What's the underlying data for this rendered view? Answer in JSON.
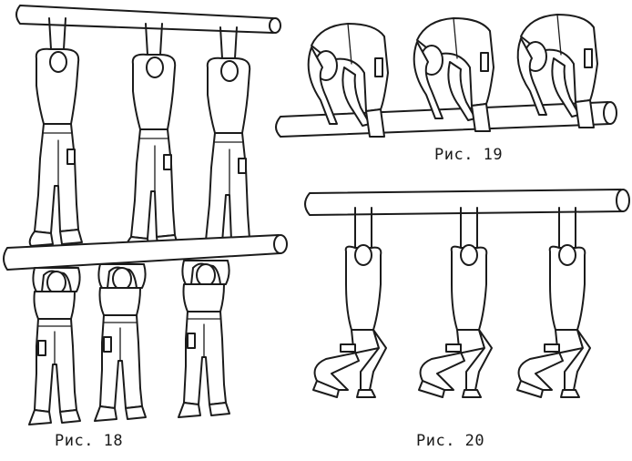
{
  "figures": [
    {
      "id": "fig18",
      "caption": "Рис. 18"
    },
    {
      "id": "fig19",
      "caption": "Рис. 19"
    },
    {
      "id": "fig20",
      "caption": "Рис. 20"
    }
  ],
  "colors": {
    "ink": "#1b1b1b",
    "paper": "#ffffff"
  }
}
